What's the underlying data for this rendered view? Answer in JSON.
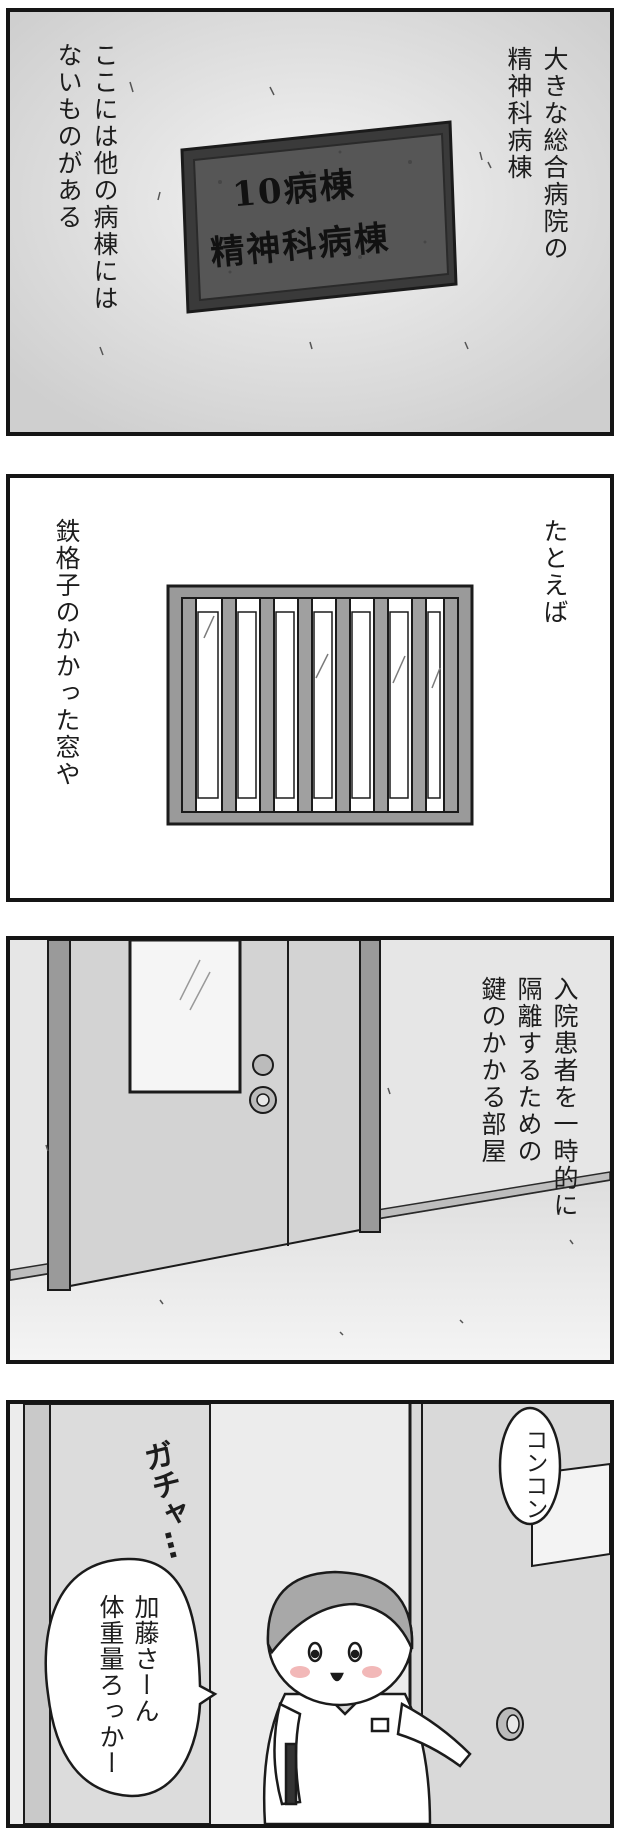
{
  "panels": [
    {
      "caption_right": [
        "大きな総合病院の",
        "精神科病棟"
      ],
      "caption_left": [
        "ここには他の病棟には",
        "ないものがある"
      ],
      "sign": {
        "line1": "10病棟",
        "line2": "精神科病棟"
      }
    },
    {
      "caption_right": [
        "たとえば"
      ],
      "caption_left": [
        "鉄格子のかかった窓や"
      ]
    },
    {
      "caption_right": [
        "入院患者を一時的に",
        "隔離するための",
        "鍵のかかる部屋"
      ]
    },
    {
      "sfx_knock": "コンコン",
      "sfx_door": "ガチャ…",
      "speech": [
        "加藤さーん",
        "体重量ろっかー"
      ]
    }
  ]
}
